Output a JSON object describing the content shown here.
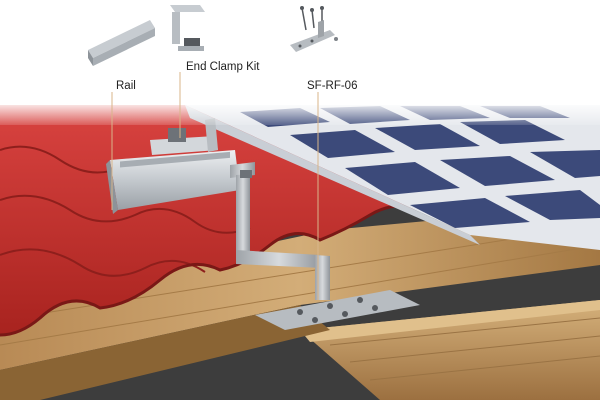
{
  "labels": {
    "rail": "Rail",
    "end_clamp": "End Clamp Kit",
    "roof_hook": "SF-RF-06"
  },
  "colors": {
    "roof_tile": "#c9302c",
    "roof_tile_dark": "#8e1f1c",
    "timber": "#c79e6a",
    "timber_dark": "#8a6434",
    "aluminium": "#c9cdd1",
    "panel_frame": "#d9dde3",
    "panel_cell": "#3c4a7a",
    "background": "#ffffff"
  },
  "icons": [
    "rail-thumbnail-icon",
    "end-clamp-thumbnail-icon",
    "screw-set-icon",
    "roof-hook-thumbnail-icon"
  ]
}
